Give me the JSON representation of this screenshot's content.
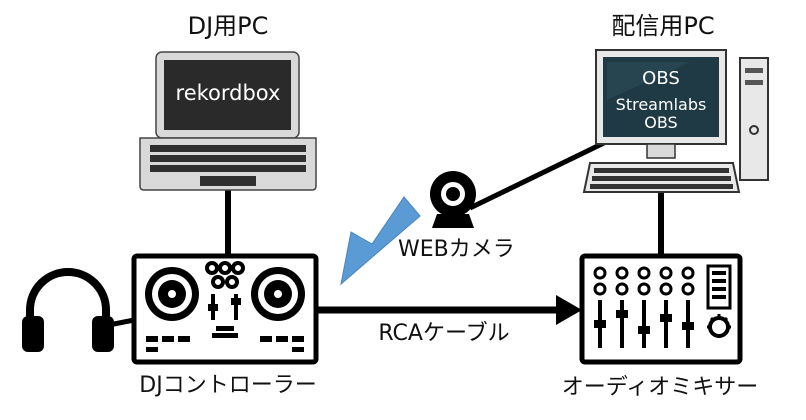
{
  "nodes": {
    "dj_pc": {
      "label": "DJ用PC",
      "screen_text": "rekordbox"
    },
    "stream_pc": {
      "label": "配信用PC",
      "screen_line1": "OBS",
      "screen_line2": "Streamlabs",
      "screen_line3": "OBS"
    },
    "controller": {
      "label": "DJコントローラー"
    },
    "mixer": {
      "label": "オーディオミキサー"
    },
    "webcam": {
      "label": "WEBカメラ"
    },
    "headphones": {}
  },
  "edges": {
    "rca": {
      "label": "RCAケーブル"
    }
  },
  "colors": {
    "accent_arrow": "#5b9bd5",
    "line": "#000000",
    "monitor_screen": "#1f3a44",
    "laptop_body": "#d9d9d9"
  }
}
